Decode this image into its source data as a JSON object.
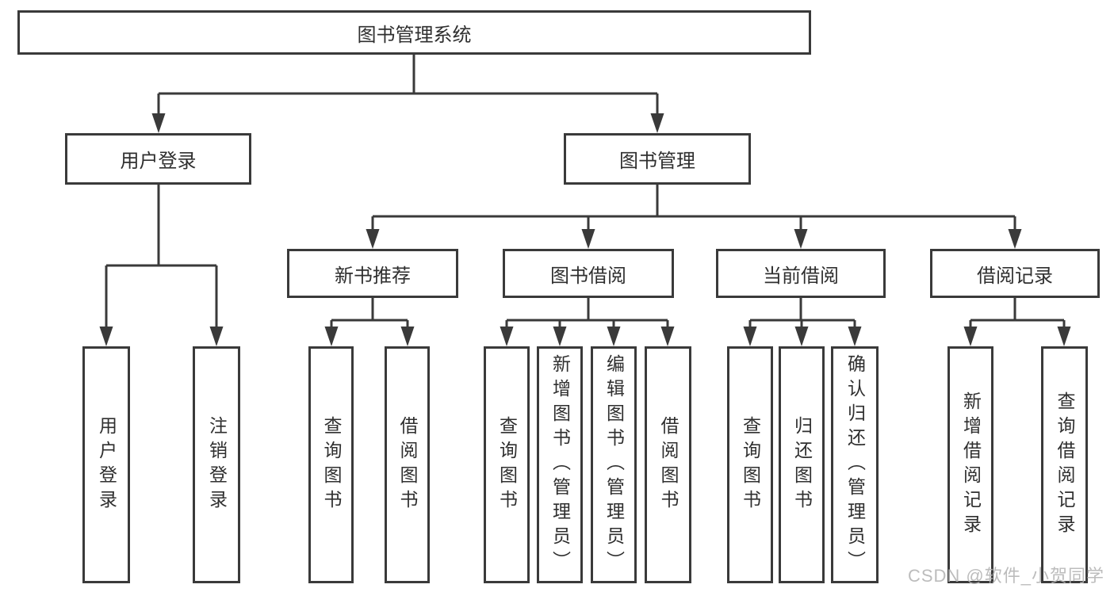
{
  "tree": {
    "root": "图书管理系统",
    "branches": [
      {
        "label": "用户登录",
        "children": [
          "用户登录",
          "注销登录"
        ]
      },
      {
        "label": "图书管理",
        "groups": [
          {
            "label": "新书推荐",
            "children": [
              "查询图书",
              "借阅图书"
            ]
          },
          {
            "label": "图书借阅",
            "children": [
              "查询图书",
              "新增图书（管理员）",
              "编辑图书（管理员）",
              "借阅图书"
            ]
          },
          {
            "label": "当前借阅",
            "children": [
              "查询图书",
              "归还图书",
              "确认归还（管理员）"
            ]
          },
          {
            "label": "借阅记录",
            "children": [
              "新增借阅记录",
              "查询借阅记录"
            ]
          }
        ]
      }
    ]
  },
  "watermark": "CSDN @软件_小贺同学",
  "colors": {
    "line": "#3a3a3a",
    "text": "#2f2f2f",
    "watermark": "#b3b3b3",
    "background": "#ffffff"
  }
}
